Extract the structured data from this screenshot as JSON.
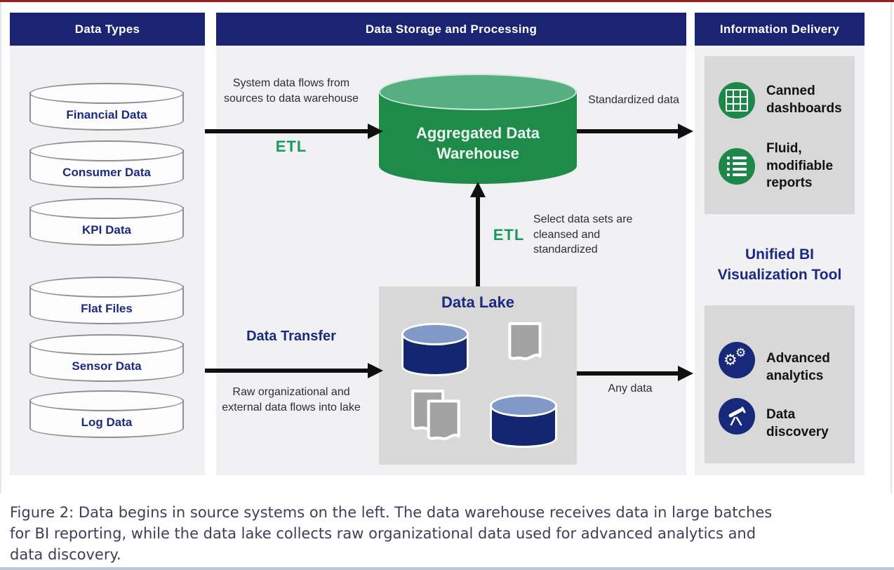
{
  "figure": {
    "caption_lines": [
      "Figure 2: Data begins in source systems on the left. The data warehouse receives data in large batches",
      "for BI reporting, while the data lake collects raw organizational data used for advanced analytics and",
      "data discovery."
    ]
  },
  "data_types": {
    "header": "Data Types",
    "sources": [
      "Financial Data",
      "Consumer Data",
      "KPI Data",
      "Flat Files",
      "Sensor Data",
      "Log Data"
    ]
  },
  "storage": {
    "header": "Data Storage and Processing",
    "warehouse": "Aggregated Data Warehouse",
    "lake": "Data Lake",
    "etl_top": "ETL",
    "etl_top_note": "System data flows from sources to data warehouse",
    "etl_mid": "ETL",
    "etl_mid_note": "Select data sets are cleansed and standardized",
    "transfer": "Data Transfer",
    "transfer_note": "Raw organizational and external data flows into lake",
    "out_top": "Standardized data",
    "out_bottom": "Any data"
  },
  "delivery": {
    "header": "Information Delivery",
    "tool": "Unified BI Visualization Tool",
    "warehouse_outputs": [
      {
        "icon": "grid-icon",
        "label": "Canned dashboards"
      },
      {
        "icon": "list-icon",
        "label": "Fluid, modifiable reports"
      }
    ],
    "lake_outputs": [
      {
        "icon": "gears-icon",
        "label": "Advanced analytics"
      },
      {
        "icon": "telescope-icon",
        "label": "Data discovery"
      }
    ]
  },
  "colors": {
    "navy_header": "#1a2472",
    "navy_text": "#1b2a80",
    "green_cylinder": "#1f8b4b",
    "green_cylinder_top": "#56ae81",
    "green_icon_circle": "#1c8749",
    "navy_icon_circle": "#18297c",
    "lake_cylinder_navy": "#14266f",
    "etl_green": "#169a62",
    "panel_light": "#f1f0f2",
    "panel_gray": "#d8d8d8",
    "top_rule_red": "#9a1c20",
    "bottom_rule_blue": "#b5c9da"
  }
}
